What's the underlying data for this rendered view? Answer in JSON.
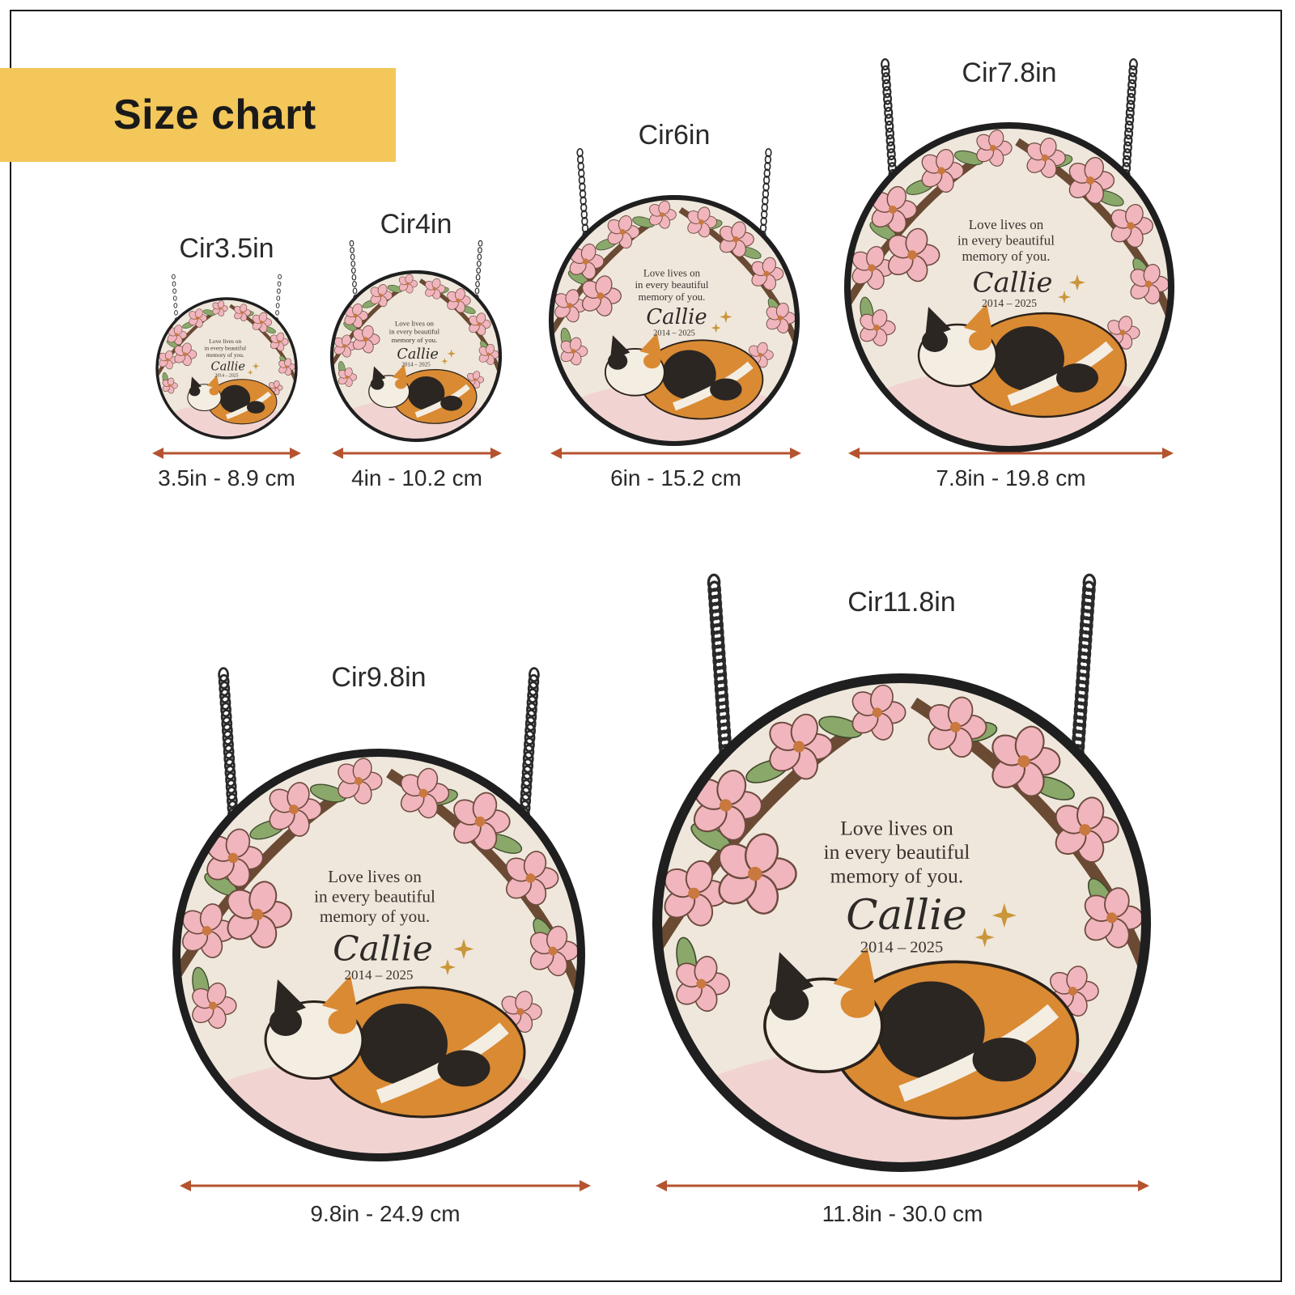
{
  "header": {
    "title": "Size chart"
  },
  "ornament": {
    "verse": [
      "Love lives on",
      "in every beautiful",
      "memory of you."
    ],
    "name": "Callie",
    "years": "2014 – 2025"
  },
  "sizes": [
    {
      "label": "Cir3.5in",
      "dimension": "3.5in - 8.9 cm"
    },
    {
      "label": "Cir4in",
      "dimension": "4in - 10.2 cm"
    },
    {
      "label": "Cir6in",
      "dimension": "6in - 15.2 cm"
    },
    {
      "label": "Cir7.8in",
      "dimension": "7.8in - 19.8 cm"
    },
    {
      "label": "Cir9.8in",
      "dimension": "9.8in - 24.9 cm"
    },
    {
      "label": "Cir11.8in",
      "dimension": "11.8in - 30.0 cm"
    }
  ],
  "colors": {
    "banner": "#f3c75a",
    "arrow": "#b5532f",
    "rim": "#1f1f1f",
    "glass": "#efe7dc",
    "blossom": "#f0b5bd",
    "leaf": "#8aa86a",
    "branch": "#6b4a33",
    "cat_orange": "#d98a33",
    "cat_black": "#2b2622",
    "cat_white": "#f4ede2"
  }
}
